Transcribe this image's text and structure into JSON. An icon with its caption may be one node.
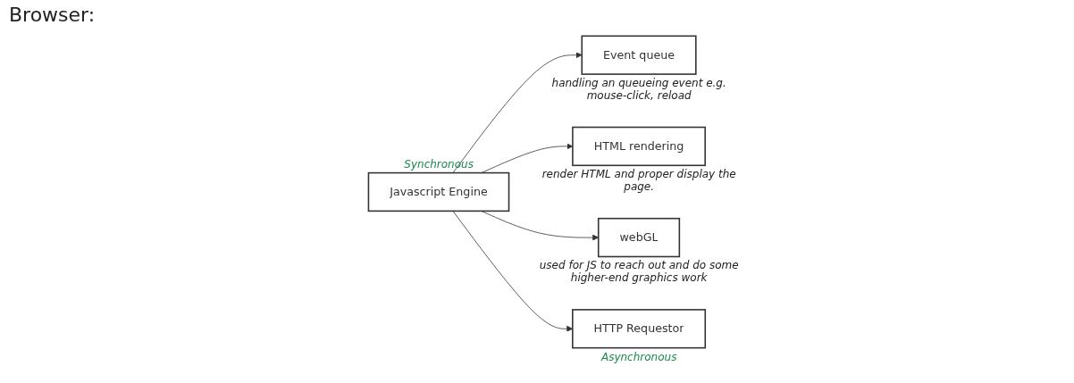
{
  "diagram": {
    "title": "Browser:",
    "nodes": [
      {
        "text": [
          "Event queue"
        ],
        "beside": [
          "handling an queueing event e.g. mouse-click, reload"
        ]
      },
      {
        "text": [
          "Javascript Engine"
        ],
        "beside": [
          "Synchronous"
        ]
      },
      {
        "text": [
          "HTML rendering"
        ],
        "beside": [
          "render HTML and proper display the page."
        ]
      },
      {
        "text": [
          "webGL"
        ],
        "beside": [
          "used for JS to reach out and do some higher-end graphics work"
        ]
      },
      {
        "text": [
          "HTTP Requestor"
        ],
        "beside": [
          "Asynchronous"
        ]
      }
    ],
    "edges": [
      {
        "from": 1,
        "to": 0,
        "arrow": "to"
      },
      {
        "from": 1,
        "to": 2,
        "arrow": "to"
      },
      {
        "from": 1,
        "to": 3,
        "arrow": "to"
      },
      {
        "from": 1,
        "to": 4,
        "arrow": "to"
      }
    ]
  }
}
